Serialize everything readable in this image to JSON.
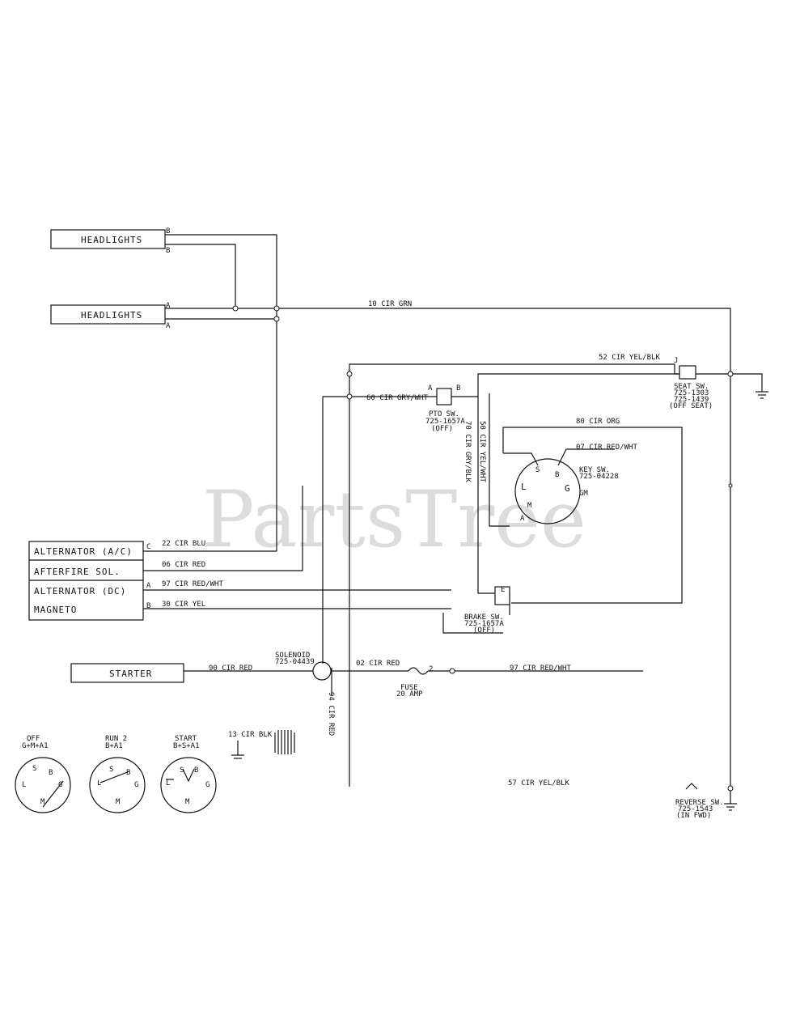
{
  "watermark": "PartsTree",
  "components": {
    "headlights_top": "HEADLIGHTS",
    "headlights_bottom": "HEADLIGHTS",
    "alternator_ac": "ALTERNATOR (A/C)",
    "afterfire_sol": "AFTERFIRE SOL.",
    "alternator_dc": "ALTERNATOR (DC)",
    "magneto": "MAGNETO",
    "starter": "STARTER"
  },
  "terminals": {
    "hl_top_b1": "B",
    "hl_top_b2": "B",
    "hl_bot_a1": "A",
    "hl_bot_a2": "A",
    "alt_c": "C",
    "alt_a": "A",
    "alt_b": "B",
    "pto_a": "A",
    "pto_b": "B",
    "seat_j": "J",
    "brake_e": "E",
    "fuse_2": "2"
  },
  "wires": {
    "w10": "10 CIR GRN",
    "w52": "52 CIR YEL/BLK",
    "w60": "60 CIR GRY/WHT",
    "w80": "80 CIR ORG",
    "w07": "07 CIR RED/WHT",
    "w70": "70 CIR GRY/BLK",
    "w50": "50 CIR YEL/WHT",
    "w22": "22 CIR BLU",
    "w06": "06 CIR RED",
    "w97a": "97 CIR RED/WHT",
    "w30": "30 CIR YEL",
    "w90": "90 CIR RED",
    "w02": "02 CIR RED",
    "w97b": "97 CIR RED/WHT",
    "w94": "94 CIR RED",
    "w13": "13 CIR BLK",
    "w57": "57 CIR YEL/BLK"
  },
  "switches": {
    "pto": [
      "PTO SW.",
      "725-1657A",
      "(OFF)"
    ],
    "seat": [
      "SEAT SW.",
      "725-1303",
      "725-1439",
      "(OFF SEAT)"
    ],
    "key": [
      "KEY SW.",
      "725-04228"
    ],
    "brake": [
      "BRAKE SW.",
      "725-1657A",
      "(OFF)"
    ],
    "solenoid": [
      "SOLENOID",
      "725-04439"
    ],
    "fuse": [
      "FUSE",
      "20 AMP"
    ],
    "reverse": [
      "REVERSE SW.",
      "725-1543",
      "(IN FWD)"
    ]
  },
  "key_terminals": {
    "s": "S",
    "b": "B",
    "l": "L",
    "g": "G",
    "m": "M",
    "a": "A",
    "gm": "GM"
  },
  "positions": [
    {
      "title": "OFF",
      "rule": "G+M+A1",
      "labels": [
        "L",
        "S",
        "B",
        "G",
        "M"
      ]
    },
    {
      "title": "RUN 2",
      "rule": "B+A1",
      "labels": [
        "L",
        "S",
        "B",
        "G",
        "M"
      ]
    },
    {
      "title": "START",
      "rule": "B+S+A1",
      "labels": [
        "L",
        "S",
        "B",
        "G",
        "M"
      ]
    }
  ]
}
